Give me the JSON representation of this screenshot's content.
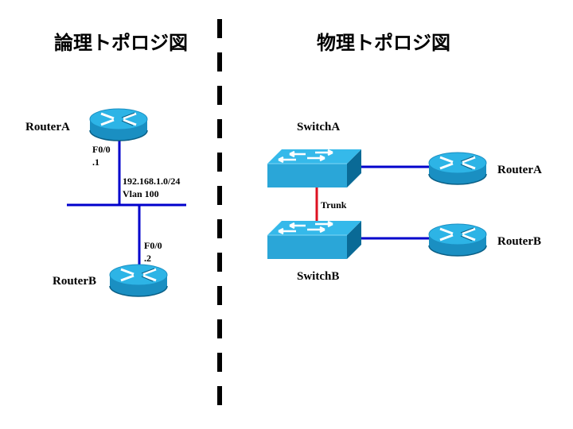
{
  "logical": {
    "title": "論理トポロジ図",
    "router_a": {
      "name": "RouterA",
      "interface": "F0/0",
      "address": ".1"
    },
    "router_b": {
      "name": "RouterB",
      "interface": "F0/0",
      "address": ".2"
    },
    "segment": {
      "network": "192.168.1.0/24",
      "vlan": "Vlan 100"
    }
  },
  "physical": {
    "title": "物理トポロジ図",
    "switch_a": {
      "name": "SwitchA"
    },
    "switch_b": {
      "name": "SwitchB"
    },
    "trunk_label": "Trunk",
    "router_a": {
      "name": "RouterA"
    },
    "router_b": {
      "name": "RouterB"
    }
  },
  "colors": {
    "ethernet_link": "#0000cc",
    "trunk_link": "#dd1122",
    "device_top": "#2db4e6",
    "device_side": "#1a8fc2",
    "device_dark": "#0a5f86",
    "divider": "#000000"
  }
}
